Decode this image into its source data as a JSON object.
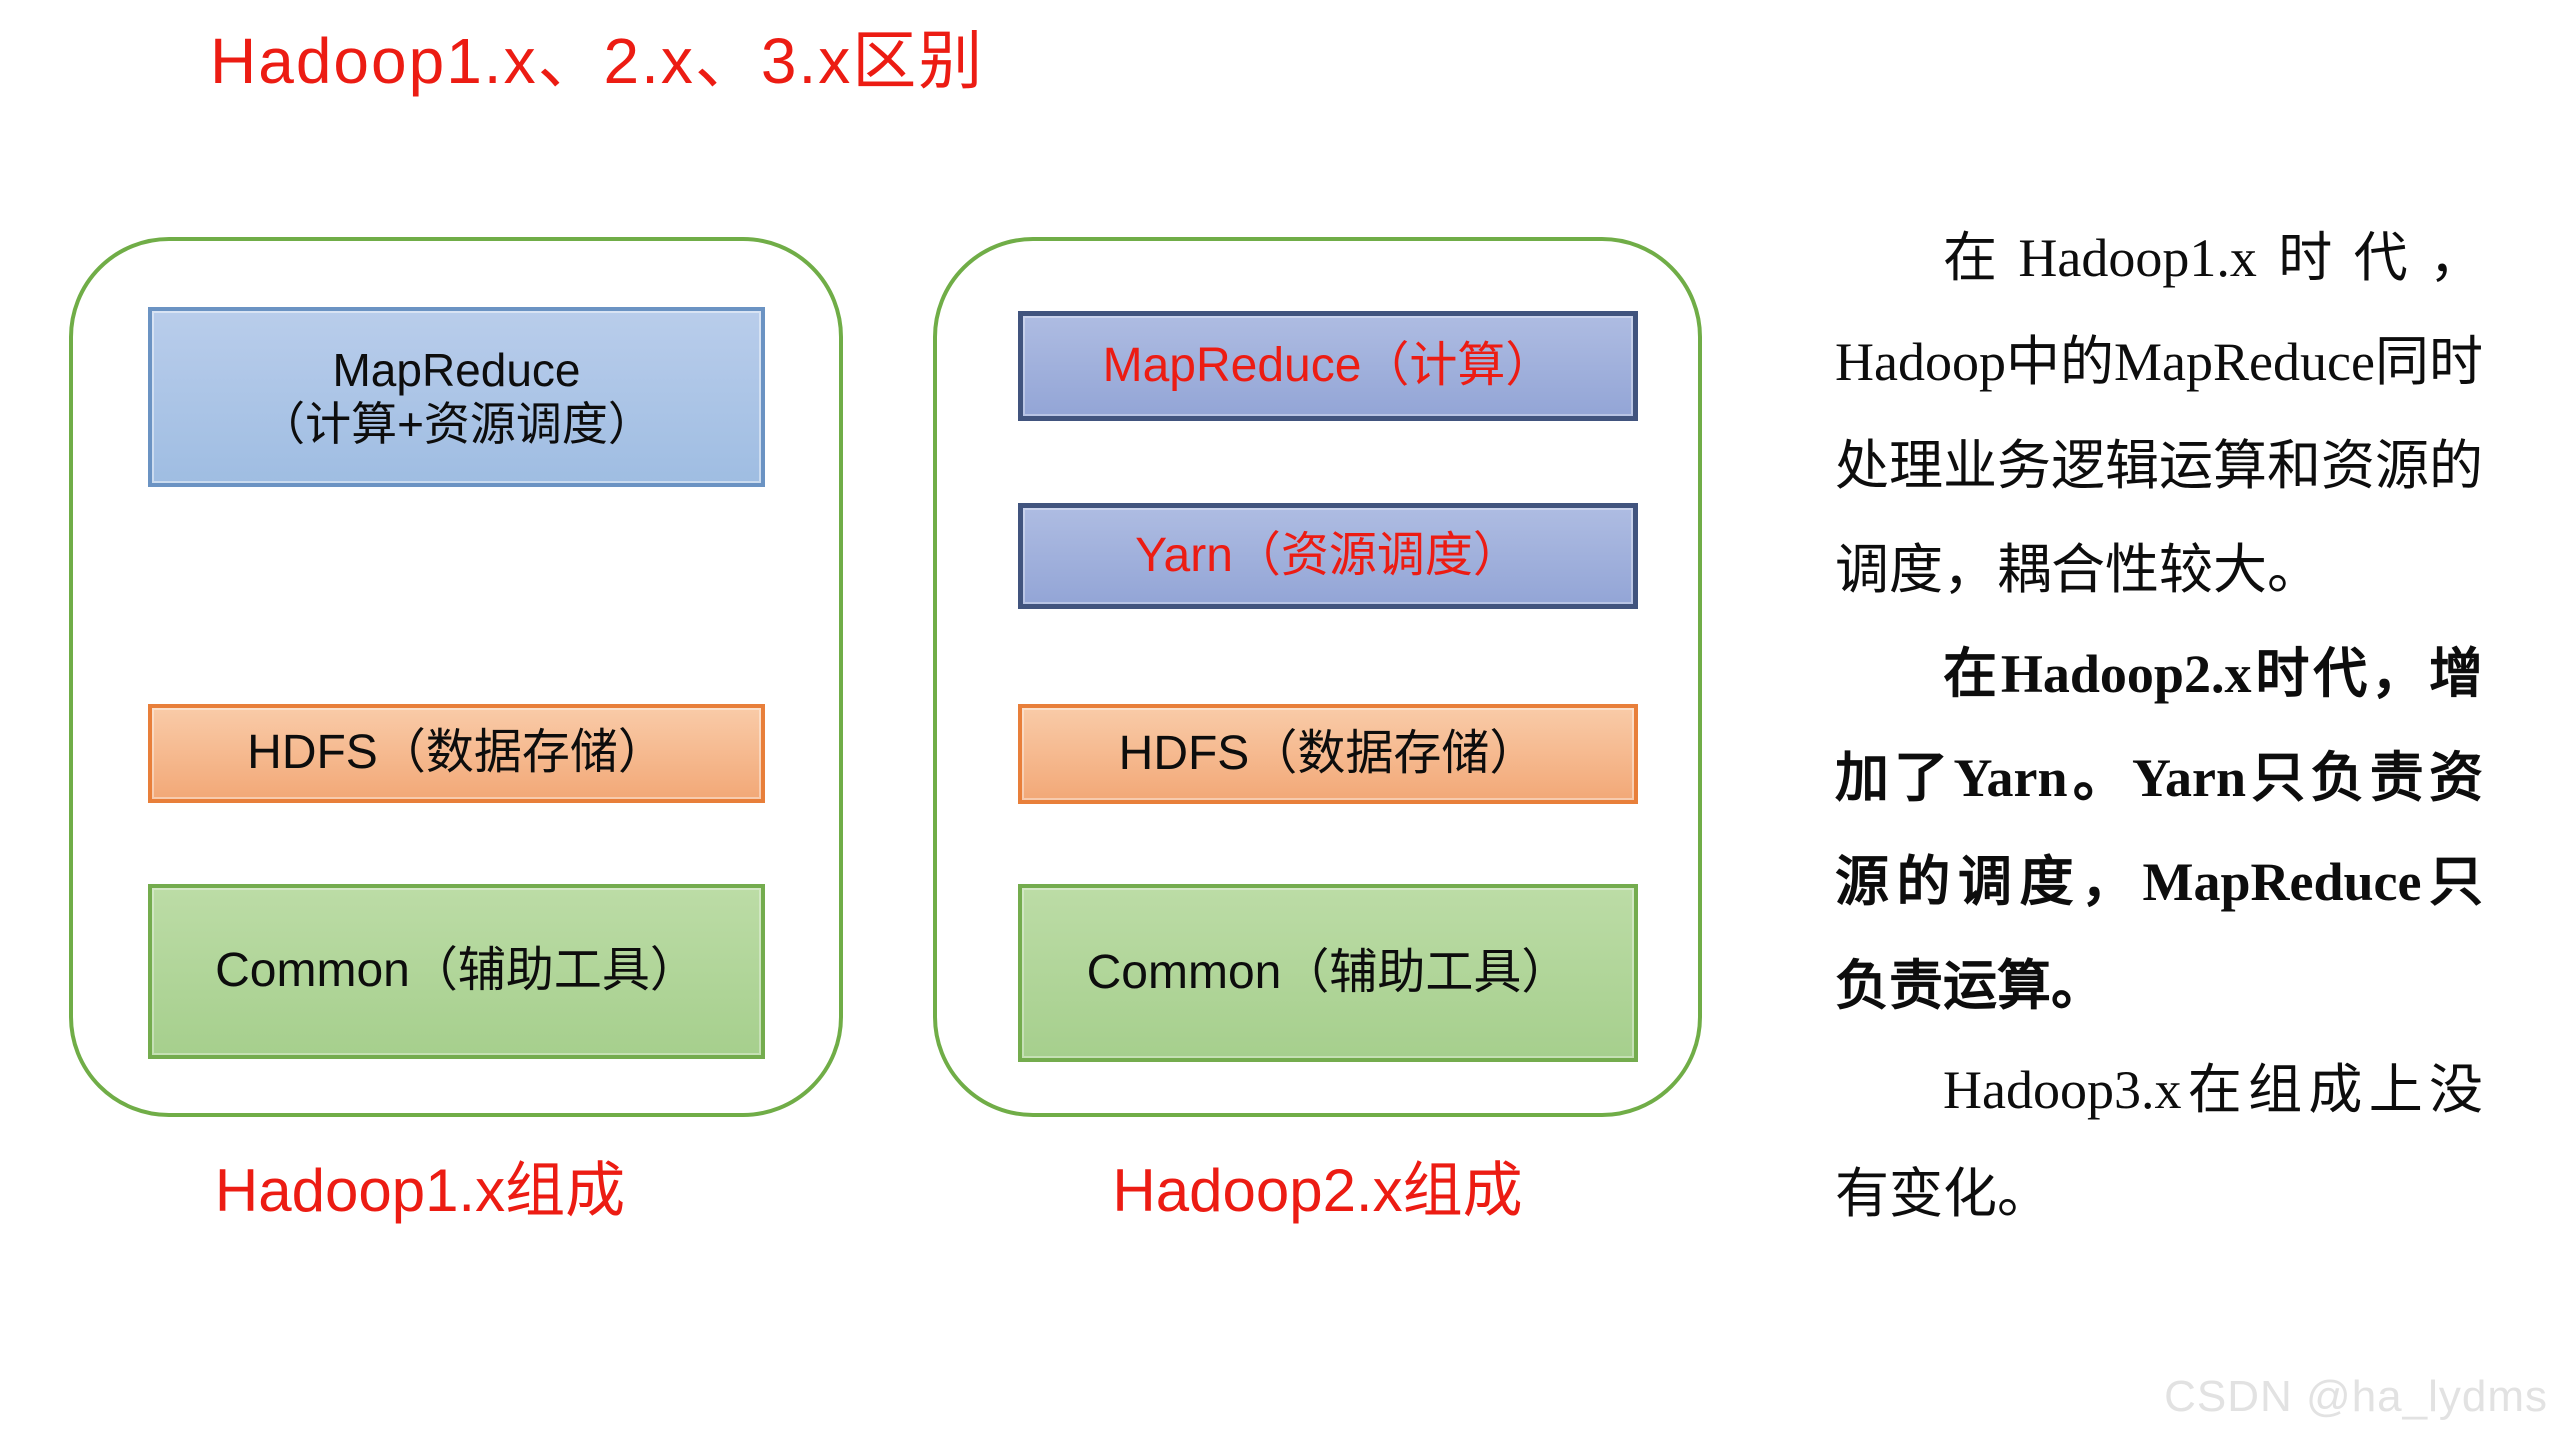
{
  "title": "Hadoop1.x、2.x、3.x区别",
  "colors": {
    "red": "#ec1c13",
    "container_border": "#70ad47",
    "blue_fill": "#a9c6e8",
    "blue_border": "#6b93c3",
    "periwinkle_fill": "#9fafdb",
    "periwinkle_border": "#41547e",
    "orange_fill": "#f6bf97",
    "orange_border": "#e87f3a",
    "green_fill": "#b2d79c",
    "green_border": "#74ac4e",
    "watermark_gray": "#e2e2e2"
  },
  "diagram1": {
    "caption": "Hadoop1.x组成",
    "mapreduce_line1": "MapReduce",
    "mapreduce_line2": "（计算+资源调度）",
    "hdfs": "HDFS（数据存储）",
    "common": "Common（辅助工具）"
  },
  "diagram2": {
    "caption": "Hadoop2.x组成",
    "mapreduce": "MapReduce（计算）",
    "yarn": "Yarn（资源调度）",
    "hdfs": "HDFS（数据存储）",
    "common": "Common（辅助工具）"
  },
  "description": {
    "para1": "在Hadoop1.x时代，Hadoop中的MapReduce同时处理业务逻辑运算和资源的调度，耦合性较大。",
    "para2": "在Hadoop2.x时代，增加了Yarn。Yarn只负责资源的调度，MapReduce只负责运算。",
    "para3": "Hadoop3.x在组成上没有变化。"
  },
  "watermark": "CSDN @ha_lydms"
}
